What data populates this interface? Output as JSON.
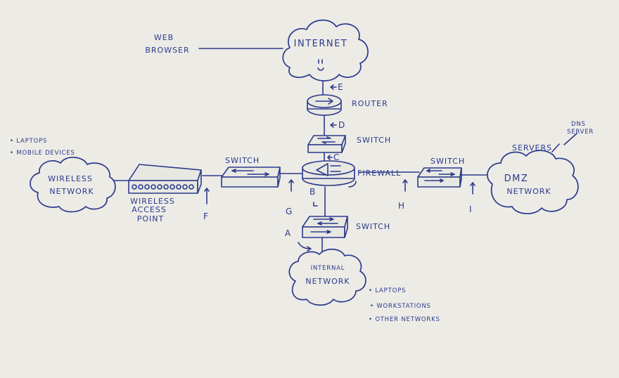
{
  "diagram": {
    "title": "",
    "nodes": {
      "internet": "INTERNET",
      "web_browser_line1": "WEB",
      "web_browser_line2": "BROWSER",
      "router": "ROUTER",
      "switch_top": "SWITCH",
      "firewall": "FIREWALL",
      "switch_left": "SWITCH",
      "switch_right": "SWITCH",
      "switch_bottom": "SWITCH",
      "wireless_network_line1": "WIRELESS",
      "wireless_network_line2": "NETWORK",
      "wap_line1": "WIRELESS",
      "wap_line2": "ACCESS",
      "wap_line3": "POINT",
      "dmz_line1": "DMZ",
      "dmz_line2": "NETWORK",
      "servers": "SERVERS",
      "dns_line1": "DNS",
      "dns_line2": "SERVER",
      "internal_line1": "INTERNAL",
      "internal_line2": "NETWORK"
    },
    "left_notes": [
      "• LAPTOPS",
      "• MOBILE DEVICES"
    ],
    "bottom_notes": [
      "• LAPTOPS",
      "• WORKSTATIONS",
      "• OTHER NETWORKS"
    ],
    "link_labels": {
      "a": "A",
      "b": "B",
      "c": "C",
      "d": "D",
      "e": "E",
      "f": "F",
      "g": "G",
      "h": "H",
      "i": "I"
    },
    "colors": {
      "ink": "#2b3a8c",
      "paper": "#ecebe6"
    }
  }
}
